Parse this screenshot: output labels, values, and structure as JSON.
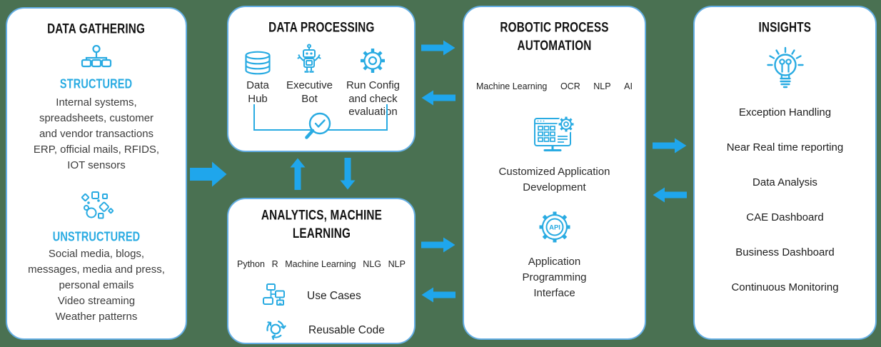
{
  "colors": {
    "background": "#4A7152",
    "panel": "#FFFFFF",
    "panel_border": "#64AEE4",
    "accent_blue": "#29ABE2",
    "arrow_blue": "#1FA6EC",
    "title_text": "#121212",
    "body_text": "#3C3C3C"
  },
  "panels": {
    "data_gathering": {
      "title": "DATA GATHERING",
      "structured_label": "STRUCTURED",
      "structured_text": "Internal systems,\nspreadsheets, customer\nand vendor transactions\nERP, official mails, RFIDS,\nIOT sensors",
      "unstructured_label": "UNSTRUCTURED",
      "unstructured_text": "Social media, blogs,\nmessages, media and press,\npersonal emails\nVideo streaming\nWeather patterns"
    },
    "data_processing": {
      "title": "DATA PROCESSING",
      "items": [
        {
          "icon": "database-icon",
          "label": "Data\nHub"
        },
        {
          "icon": "robot-icon",
          "label": "Executive\nBot"
        },
        {
          "icon": "gear-icon",
          "label": "Run Config\nand check\nevaluation"
        }
      ]
    },
    "analytics": {
      "title": "ANALYTICS, MACHINE\nLEARNING",
      "tools": [
        "Python",
        "R",
        "Machine Learning",
        "NLG",
        "NLP"
      ],
      "items": [
        {
          "icon": "flowchart-icon",
          "label": "Use Cases"
        },
        {
          "icon": "circular-arrows-icon",
          "label": "Reusable Code"
        }
      ]
    },
    "rpa": {
      "title": "ROBOTIC PROCESS\nAUTOMATION",
      "tools": [
        "Machine Learning",
        "OCR",
        "NLP",
        "AI"
      ],
      "items": [
        {
          "icon": "monitor-gear-icon",
          "label": "Customized Application\nDevelopment"
        },
        {
          "icon": "api-gear-icon",
          "icon_text": "API",
          "label": "Application\nProgramming\nInterface"
        }
      ]
    },
    "insights": {
      "title": "INSIGHTS",
      "icon": "lightbulb-icon",
      "items": [
        "Exception Handling",
        "Near Real time reporting",
        "Data Analysis",
        "CAE Dashboard",
        "Business Dashboard",
        "Continuous Monitoring"
      ]
    }
  }
}
